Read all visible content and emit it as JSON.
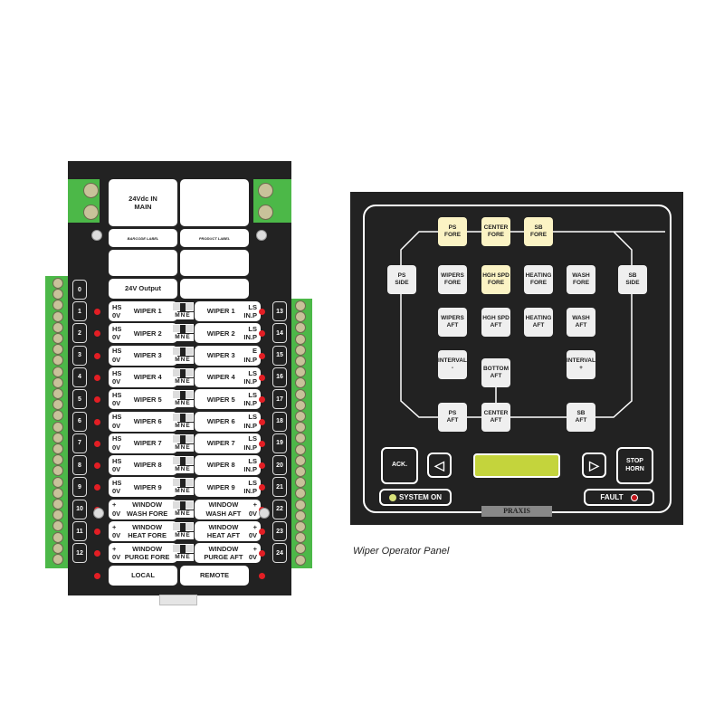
{
  "board": {
    "main_label": "24Vdc IN\nMAIN",
    "barcode_label": "BARCODE LABEL",
    "product_label": "PRODUCT LABEL",
    "output_label": "24V Output",
    "local": "LOCAL",
    "remote": "REMOTE",
    "switch_text": "MNE",
    "rows": [
      {
        "l": "1",
        "r": "13",
        "la": "HS\n0V",
        "lb": "WIPER 1",
        "ra": "WIPER 1",
        "rb": "LS\nIN.P"
      },
      {
        "l": "2",
        "r": "14",
        "la": "HS\n0V",
        "lb": "WIPER 2",
        "ra": "WIPER 2",
        "rb": "LS\nIN.P"
      },
      {
        "l": "3",
        "r": "15",
        "la": "HS\n0V",
        "lb": "WIPER 3",
        "ra": "WIPER 3",
        "rb": "E\nIN.P"
      },
      {
        "l": "4",
        "r": "16",
        "la": "HS\n0V",
        "lb": "WIPER 4",
        "ra": "WIPER 4",
        "rb": "LS\nIN.P"
      },
      {
        "l": "5",
        "r": "17",
        "la": "HS\n0V",
        "lb": "WIPER 5",
        "ra": "WIPER 5",
        "rb": "LS\nIN.P"
      },
      {
        "l": "6",
        "r": "18",
        "la": "HS\n0V",
        "lb": "WIPER 6",
        "ra": "WIPER 6",
        "rb": "LS\nIN.P"
      },
      {
        "l": "7",
        "r": "19",
        "la": "HS\n0V",
        "lb": "WIPER 7",
        "ra": "WIPER 7",
        "rb": "LS\nIN.P"
      },
      {
        "l": "8",
        "r": "20",
        "la": "HS\n0V",
        "lb": "WIPER 8",
        "ra": "WIPER 8",
        "rb": "LS\nIN.P"
      },
      {
        "l": "9",
        "r": "21",
        "la": "HS\n0V",
        "lb": "WIPER 9",
        "ra": "WIPER 9",
        "rb": "LS\nIN.P"
      },
      {
        "l": "10",
        "r": "22",
        "la": "+\n0V",
        "lb": "WINDOW\nWASH FORE",
        "ra": "WINDOW\nWASH AFT",
        "rb": "+\n0V"
      },
      {
        "l": "11",
        "r": "23",
        "la": "+\n0V",
        "lb": "WINDOW\nHEAT FORE",
        "ra": "WINDOW\nHEAT AFT",
        "rb": "+\n0V"
      },
      {
        "l": "12",
        "r": "24",
        "la": "+\n0V",
        "lb": "WINDOW\nPURGE FORE",
        "ra": "WINDOW\nPURGE AFT",
        "rb": "+\n0V"
      }
    ],
    "row0": "0"
  },
  "panel": {
    "buttons": [
      {
        "t": "PS\nFORE",
        "lit": true
      },
      {
        "t": "CENTER\nFORE",
        "lit": true
      },
      {
        "t": "SB\nFORE",
        "lit": true
      },
      {
        "t": "PS\nSIDE"
      },
      {
        "t": "WIPERS\nFORE"
      },
      {
        "t": "HGH SPD\nFORE",
        "lit": true
      },
      {
        "t": "HEATING\nFORE"
      },
      {
        "t": "WASH\nFORE"
      },
      {
        "t": "SB\nSIDE"
      },
      {
        "t": "WIPERS\nAFT"
      },
      {
        "t": "HGH SPD\nAFT"
      },
      {
        "t": "HEATING\nAFT"
      },
      {
        "t": "WASH\nAFT"
      },
      {
        "t": "INTERVAL\n-"
      },
      {
        "t": "BOTTOM\nAFT"
      },
      {
        "t": "INTERVAL\n+"
      },
      {
        "t": "PS\nAFT"
      },
      {
        "t": "CENTER\nAFT"
      },
      {
        "t": "SB\nAFT"
      }
    ],
    "ack": "ACK.",
    "stop_horn": "STOP\nHORN",
    "system_on": "SYSTEM ON",
    "fault": "FAULT",
    "logo": "PRAXIS",
    "lcd_color": "#c4d43c"
  },
  "caption": "Wiper Operator Panel"
}
